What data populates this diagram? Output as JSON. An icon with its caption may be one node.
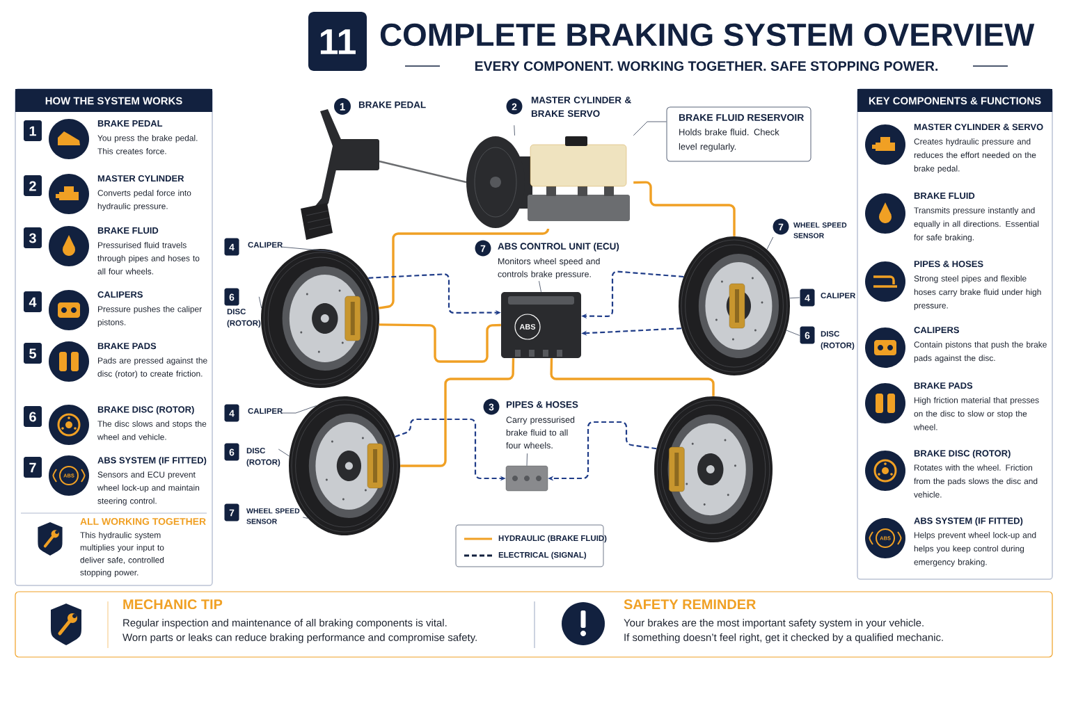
{
  "diagram": {
    "title": "COMPLETE BRAKING SYSTEM OVERVIEW",
    "nodes": [
      {
        "text": [
          "HOW THE SYSTEM WORKS"
        ]
      },
      {
        "text": [
          "1",
          "BRAKE PEDAL",
          "You press the brake pedal. This creates force."
        ],
        "in": 0
      },
      {
        "text": [
          "2",
          "MASTER CYLINDER",
          "Converts pedal force into hydraulic pressure."
        ],
        "in": 0
      },
      {
        "text": [
          "3",
          "BRAKE FLUID",
          "Pressurised fluid travels through pipes and hoses to all four wheels."
        ],
        "in": 0
      },
      {
        "text": [
          "4",
          "CALIPERS",
          "Pressure pushes the caliper pistons."
        ],
        "in": 0
      },
      {
        "text": [
          "5",
          "BRAKE PADS",
          "Pads are pressed against the disc (rotor) to create friction."
        ],
        "in": 0
      },
      {
        "text": [
          "6",
          "BRAKE DISC (ROTOR)",
          "The disc slows and stops the wheel and vehicle."
        ],
        "in": 0
      },
      {
        "text": [
          "7",
          "ABS SYSTEM (IF FITTED)",
          "Sensors and ECU prevent wheel lock-up and maintain steering control."
        ],
        "in": 0
      },
      {
        "text": [
          "ALL WORKING TOGETHER",
          "This hydraulic system multiplies your input to deliver safe, controlled stopping power."
        ],
        "in": 0
      },
      {
        "text": [],
        "shape": "picture",
        "beside": [
          "1",
          "BRAKE PEDAL"
        ]
      },
      {
        "text": [
          "2",
          "MASTER CYLINDER & BRAKE SERVO"
        ]
      },
      {
        "text": [],
        "shape": "picture"
      },
      {
        "text": [
          "BRAKE FLUID RESERVOIR",
          "Holds brake fluid. Check level regularly."
        ]
      },
      {
        "text": [
          "4",
          "CALIPER"
        ]
      },
      {
        "text": [
          "6",
          "DISC (ROTOR)"
        ]
      },
      {
        "text": [],
        "shape": "picture"
      },
      {
        "text": [
          "7",
          "ABS CONTROL UNIT (ECU)",
          "Monitors wheel speed and controls brake pressure."
        ]
      },
      {
        "text": [
          "ABS"
        ]
      },
      {
        "text": [
          "7",
          "WHEEL SPEED SENSOR"
        ]
      },
      {
        "text": [],
        "shape": "picture"
      },
      {
        "text": [
          "4",
          "CALIPER"
        ]
      },
      {
        "text": [
          "6",
          "DISC (ROTOR)"
        ]
      },
      {
        "text": [
          "4",
          "CALIPER"
        ]
      },
      {
        "text": [
          "6",
          "DISC (ROTOR)"
        ]
      },
      {
        "text": [],
        "shape": "picture"
      },
      {
        "text": [
          "3",
          "PIPES & HOSES",
          "Carry pressurised brake fluid to all four wheels."
        ]
      },
      {
        "text": [],
        "shape": "picture"
      },
      {
        "text": [],
        "shape": "picture"
      },
      {
        "text": [
          "7",
          "WHEEL SPEED SENSOR"
        ]
      },
      {
        "text": [
          "KEY COMPONENTS & FUNCTIONS"
        ]
      },
      {
        "text": [
          "MASTER CYLINDER & SERVO",
          "Creates hydraulic pressure and reduces the effort needed on the brake pedal."
        ],
        "in": 29
      },
      {
        "text": [
          "BRAKE FLUID",
          "Transmits pressure instantly and equally in all directions. Essential for safe braking."
        ],
        "in": 29
      },
      {
        "text": [
          "PIPES & HOSES",
          "Strong steel pipes and flexible hoses carry brake fluid under high pressure."
        ],
        "in": 29
      },
      {
        "text": [
          "CALIPERS",
          "Contain pistons that push the brake pads against the disc."
        ],
        "in": 29
      },
      {
        "text": [
          "BRAKE PADS",
          "High friction material that presses on the disc to slow or stop the wheel."
        ],
        "in": 29
      },
      {
        "text": [
          "BRAKE DISC (ROTOR)",
          "Rotates with the wheel. Friction from the pads slows the disc and vehicle."
        ],
        "in": 29
      },
      {
        "text": [
          "ABS SYSTEM (IF FITTED)",
          "Helps prevent wheel lock-up and helps you keep control during emergency braking."
        ],
        "in": 29
      },
      {
        "text": [],
        "shape": "box"
      },
      {
        "text": [
          "MECHANIC TIP",
          "Regular inspection and maintenance of all braking components is vital.",
          "Worn parts or leaks can reduce braking performance and compromise safety."
        ],
        "in": 37
      },
      {
        "text": [
          "SAFETY REMINDER",
          "Your brakes are the most important safety system in your vehicle.",
          "If something doesn’t feel right, get it checked by a qualified mechanic."
        ],
        "in": 37
      }
    ],
    "edges": [
      {
        "from": 11,
        "to": 15,
        "arrow": "none",
        "style": "thick",
        "color": "#f0a024"
      },
      {
        "from": 11,
        "to": 19,
        "arrow": "none",
        "style": "thick",
        "color": "#f0a024"
      },
      {
        "from": 17,
        "to": 15,
        "arrow": "none",
        "style": "thick",
        "color": "#f0a024"
      },
      {
        "from": 17,
        "to": 24,
        "arrow": "none",
        "style": "thick",
        "color": "#f0a024"
      },
      {
        "from": 17,
        "to": 27,
        "arrow": "none",
        "style": "thick",
        "color": "#f0a024"
      },
      {
        "from": 15,
        "to": 17,
        "arrow": "to",
        "style": "dashed",
        "color": "#1f3c88"
      },
      {
        "from": 19,
        "to": 17,
        "arrow": "to",
        "style": "dashed",
        "color": "#1f3c88"
      },
      {
        "from": 19,
        "to": 17,
        "arrow": "to",
        "style": "dashed",
        "color": "#1f3c88"
      },
      {
        "from": 24,
        "to": 26,
        "arrow": "to",
        "style": "dashed",
        "color": "#1f3c88"
      },
      {
        "from": 27,
        "to": 26,
        "arrow": "to",
        "style": "dashed",
        "color": "#1f3c88"
      },
      {
        "from": 10,
        "to": 11,
        "arrow": "none"
      },
      {
        "from": 12,
        "to": 11,
        "arrow": "none"
      },
      {
        "from": 13,
        "to": 15,
        "arrow": "none"
      },
      {
        "from": 14,
        "to": 15,
        "arrow": "none"
      },
      {
        "from": 16,
        "to": 17,
        "arrow": "none"
      },
      {
        "from": 18,
        "to": 19,
        "arrow": "none"
      },
      {
        "from": 20,
        "to": 19,
        "arrow": "none"
      },
      {
        "from": 21,
        "to": 19,
        "arrow": "none"
      },
      {
        "from": 22,
        "to": 24,
        "arrow": "none"
      },
      {
        "from": 23,
        "to": 24,
        "arrow": "none"
      },
      {
        "from": 28,
        "to": 24,
        "arrow": "none"
      },
      {
        "from": 25,
        "to": 26,
        "arrow": "none"
      }
    ],
    "labels": [
      "11",
      "EVERY COMPONENT. WORKING TOGETHER. SAFE STOPPING POWER.",
      "ABS",
      "ABS"
    ],
    "legend": [
      {
        "text": "HYDRAULIC (BRAKE FLUID)"
      },
      {
        "text": "ELECTRICAL (SIGNAL)"
      }
    ]
  }
}
